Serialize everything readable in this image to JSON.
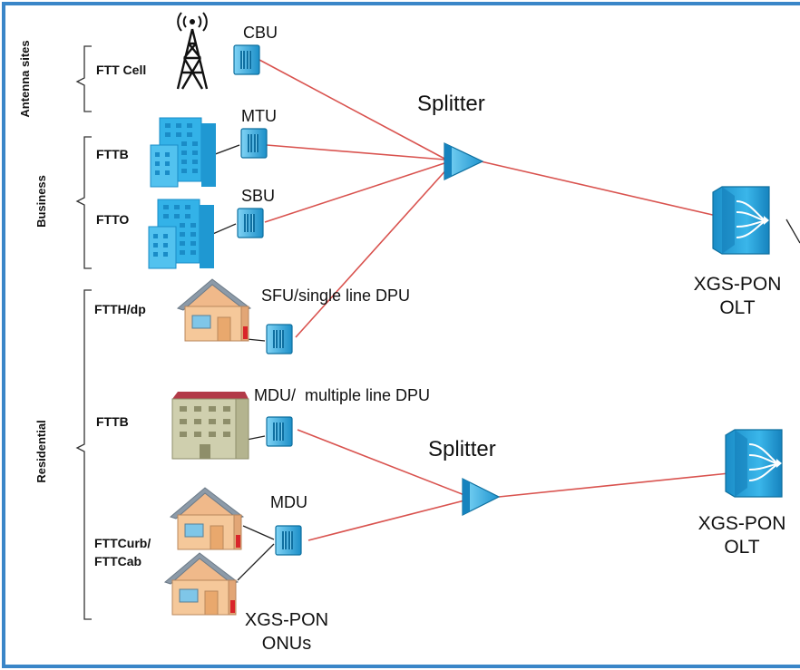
{
  "groups": {
    "antenna": "Antenna sites",
    "business": "Business",
    "residential": "Residential"
  },
  "labels": {
    "ftt_cell": "FTT Cell",
    "fttb_business": "FTTB",
    "ftto": "FTTO",
    "ftth_dp": "FTTH/dp",
    "fttb_residential": "FTTB",
    "fttcurb_line1": "FTTCurb/",
    "fttcurb_line2": "FTTCab"
  },
  "devices": {
    "cbu": "CBU",
    "mtu": "MTU",
    "sbu": "SBU",
    "sfu": "SFU/single line DPU",
    "mdu_multi": "MDU/  multiple line DPU",
    "mdu": "MDU",
    "onus_line1": "XGS-PON",
    "onus_line2": "ONUs"
  },
  "network": {
    "splitter_top": "Splitter",
    "splitter_bottom": "Splitter",
    "olt_top_line1": "XGS-PON",
    "olt_top_line2": "OLT",
    "olt_bottom_line1": "XGS-PON",
    "olt_bottom_line2": "OLT"
  },
  "colors": {
    "border": "#3a86c8",
    "fiber": "#d9534f",
    "device": "#29a9e0",
    "building": "#33b2e8",
    "house_wall": "#f5c89a",
    "house_roof": "#8c9aa8",
    "mdu_wall": "#cfcfae",
    "mdu_roof": "#b23a48"
  },
  "icons": [
    "cell-tower-icon",
    "building-icon",
    "house-icon",
    "apartment-icon",
    "onu-icon",
    "splitter-icon",
    "olt-icon"
  ]
}
